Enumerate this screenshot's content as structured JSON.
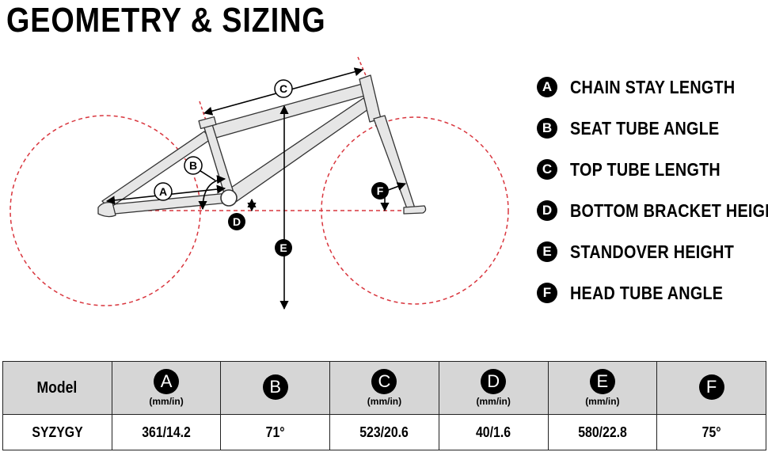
{
  "title": "GEOMETRY & SIZING",
  "diagram_markers": [
    "A",
    "B",
    "C",
    "D",
    "E",
    "F"
  ],
  "legend": [
    {
      "key": "A",
      "label": "CHAIN STAY LENGTH"
    },
    {
      "key": "B",
      "label": "SEAT TUBE ANGLE"
    },
    {
      "key": "C",
      "label": "TOP TUBE LENGTH"
    },
    {
      "key": "D",
      "label": "BOTTOM BRACKET HEIGHT"
    },
    {
      "key": "E",
      "label": "STANDOVER HEIGHT"
    },
    {
      "key": "F",
      "label": "HEAD TUBE ANGLE"
    }
  ],
  "table": {
    "header_model": "Model",
    "columns": [
      {
        "key": "A",
        "unit": "(mm/in)"
      },
      {
        "key": "B",
        "unit": ""
      },
      {
        "key": "C",
        "unit": "(mm/in)"
      },
      {
        "key": "D",
        "unit": "(mm/in)"
      },
      {
        "key": "E",
        "unit": "(mm/in)"
      },
      {
        "key": "F",
        "unit": ""
      }
    ],
    "rows": [
      {
        "model": "SYZYGY",
        "values": [
          "361/14.2",
          "71°",
          "523/20.6",
          "40/1.6",
          "580/22.8",
          "75°"
        ]
      }
    ]
  },
  "colors": {
    "frame_fill": "#e6e6e6",
    "wheel_dash": "#d9363e",
    "text": "#000000"
  }
}
